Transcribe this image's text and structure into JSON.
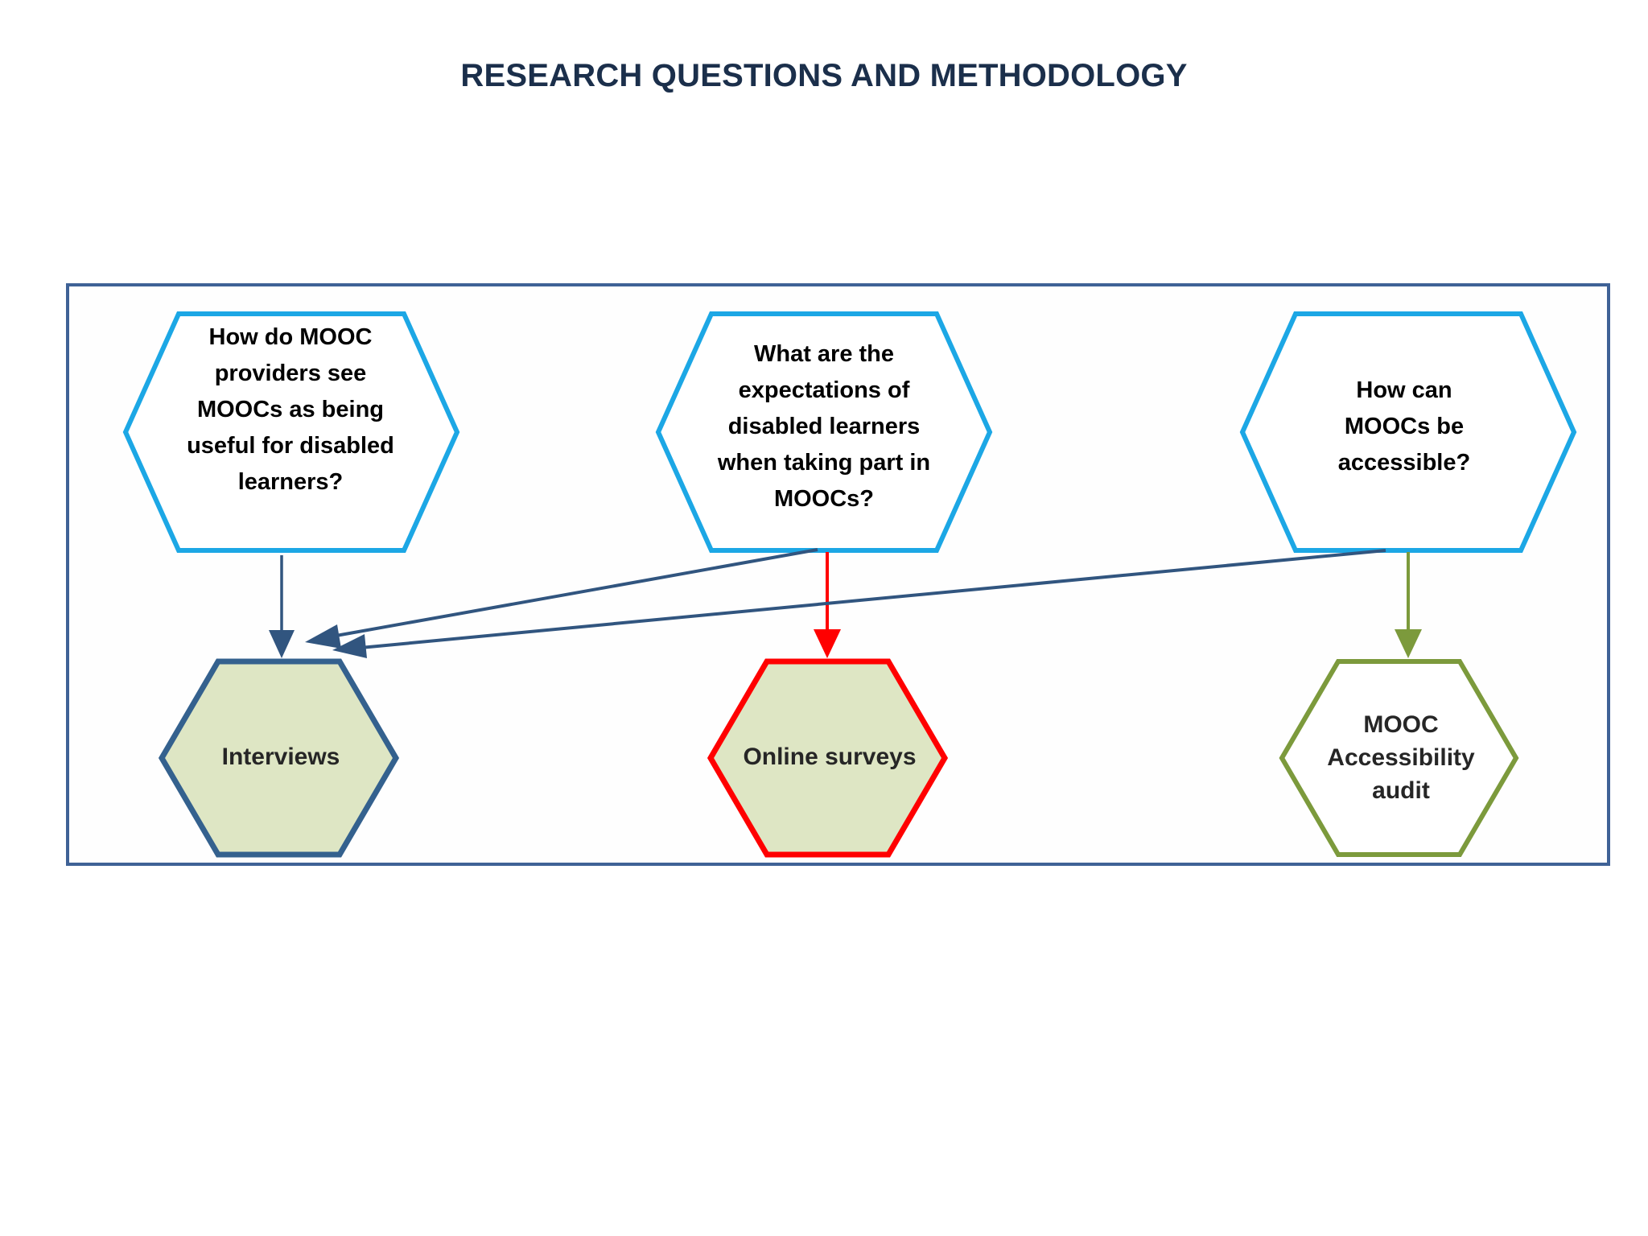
{
  "page": {
    "title": "RESEARCH QUESTIONS AND METHODOLOGY",
    "background_color": "#FFFFFF"
  },
  "frame": {
    "border_color": "#3F6296",
    "fill_color": "#FEFEFE"
  },
  "colors": {
    "title_navy": "#1B2F4B",
    "question_cyan": "#1CA7E5",
    "method_blue": "#34618E",
    "method_red": "#FF0000",
    "method_olive": "#7C9A3C",
    "method_fill_green": "#DEE6C4",
    "connector_navy": "#31557F",
    "label_black": "#000000",
    "label_dark_gray": "#262626"
  },
  "diagram": {
    "type": "flow-diagram",
    "question_nodes": [
      {
        "id": "q1",
        "label": "How do MOOC\nproviders see\nMOOCs as being\nuseful for disabled\nlearners?",
        "shape": "hexagon",
        "border_color": "#1CA7E5",
        "fill_color": "#FFFFFF"
      },
      {
        "id": "q2",
        "label": "What are the\nexpectations of\ndisabled learners\nwhen taking part in\nMOOCs?",
        "shape": "hexagon",
        "border_color": "#1CA7E5",
        "fill_color": "#FFFFFF"
      },
      {
        "id": "q3",
        "label": "How can\nMOOCs be\naccessible?",
        "shape": "hexagon",
        "border_color": "#1CA7E5",
        "fill_color": "#FFFFFF"
      }
    ],
    "method_nodes": [
      {
        "id": "m1",
        "label": "Interviews",
        "shape": "hexagon",
        "border_color": "#34618E",
        "fill_color": "#DEE6C4"
      },
      {
        "id": "m2",
        "label": "Online surveys",
        "shape": "hexagon",
        "border_color": "#FF0000",
        "fill_color": "#DEE6C4"
      },
      {
        "id": "m3",
        "label": "MOOC\nAccessibility\naudit",
        "shape": "hexagon",
        "border_color": "#7C9A3C",
        "fill_color": "#FFFFFF"
      }
    ],
    "connectors": [
      {
        "id": "c1",
        "from": "q1",
        "to": "m1",
        "color": "#31557F",
        "style": "vertical-arrow"
      },
      {
        "id": "c2",
        "from": "q2",
        "to": "m1",
        "color": "#31557F",
        "style": "diagonal-arrow"
      },
      {
        "id": "c3",
        "from": "q3",
        "to": "m1",
        "color": "#31557F",
        "style": "diagonal-arrow"
      },
      {
        "id": "c4",
        "from": "q2",
        "to": "m2",
        "color": "#FF0000",
        "style": "vertical-arrow"
      },
      {
        "id": "c5",
        "from": "q3",
        "to": "m3",
        "color": "#7C9A3C",
        "style": "vertical-arrow"
      }
    ]
  }
}
